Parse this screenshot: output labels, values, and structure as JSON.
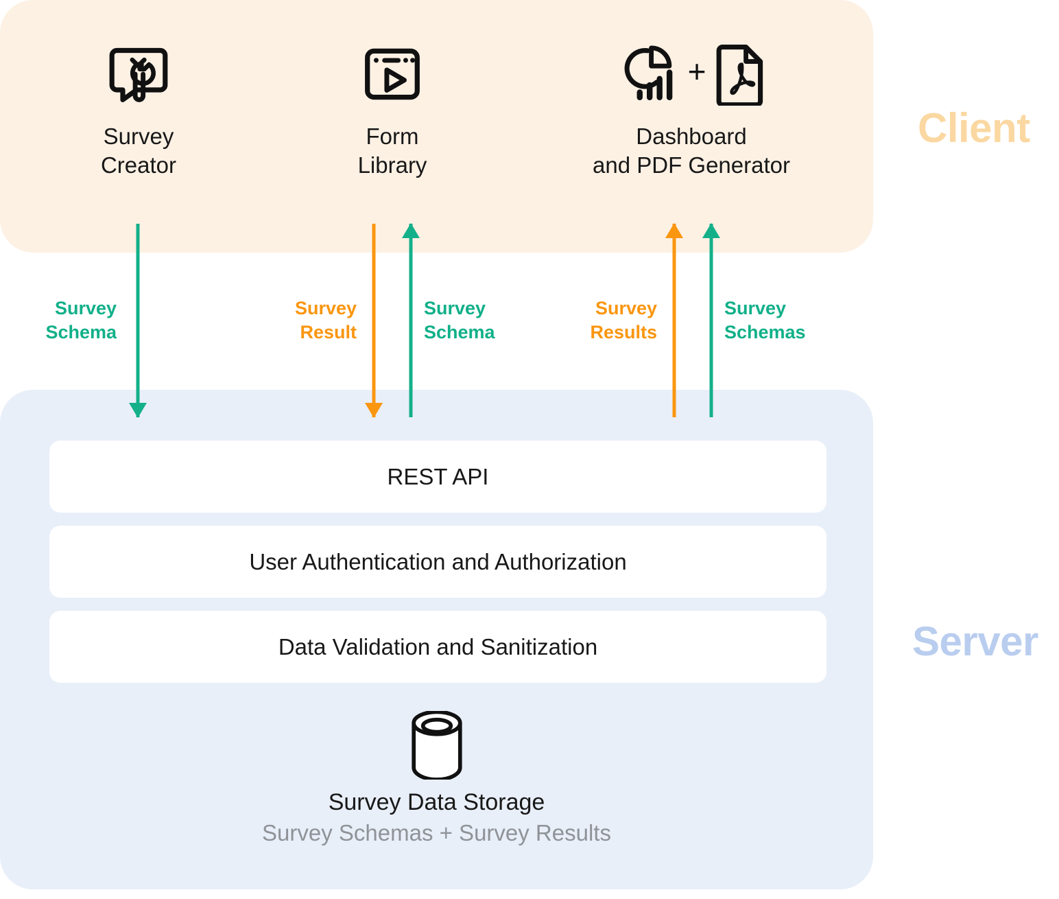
{
  "zones": {
    "client_label": "Client",
    "server_label": "Server",
    "client_color": "#fbd8a2",
    "server_color": "#b9cdef",
    "client_bg": "#fdf1e4",
    "server_bg": "#e9eff9"
  },
  "palette": {
    "teal": "#14b08a",
    "orange": "#fa9610",
    "text": "#181818",
    "muted": "#8f9398"
  },
  "client": {
    "nodes": [
      {
        "icon": "survey-creator-icon",
        "title": "Survey\nCreator"
      },
      {
        "icon": "form-library-icon",
        "title": "Form\nLibrary"
      },
      {
        "icon": "dashboard-pdf-icon",
        "title": "Dashboard\nand PDF Generator",
        "plus": "+"
      }
    ]
  },
  "flows": [
    {
      "id": "survey-creator-schema-down",
      "label": "Survey\nSchema",
      "color": "teal",
      "direction": "down"
    },
    {
      "id": "form-library-result-down",
      "label": "Survey\nResult",
      "color": "orange",
      "direction": "down"
    },
    {
      "id": "form-library-schema-up",
      "label": "Survey\nSchema",
      "color": "teal",
      "direction": "up"
    },
    {
      "id": "dashboard-results-up",
      "label": "Survey\nResults",
      "color": "orange",
      "direction": "up"
    },
    {
      "id": "dashboard-schemas-up",
      "label": "Survey\nSchemas",
      "color": "teal",
      "direction": "up"
    }
  ],
  "server": {
    "cards": [
      {
        "label": "REST API"
      },
      {
        "label": "User Authentication and Authorization"
      },
      {
        "label": "Data Validation and Sanitization"
      }
    ],
    "storage": {
      "icon": "database-cylinder-icon",
      "title": "Survey Data Storage",
      "subtitle": "Survey Schemas + Survey Results"
    }
  }
}
